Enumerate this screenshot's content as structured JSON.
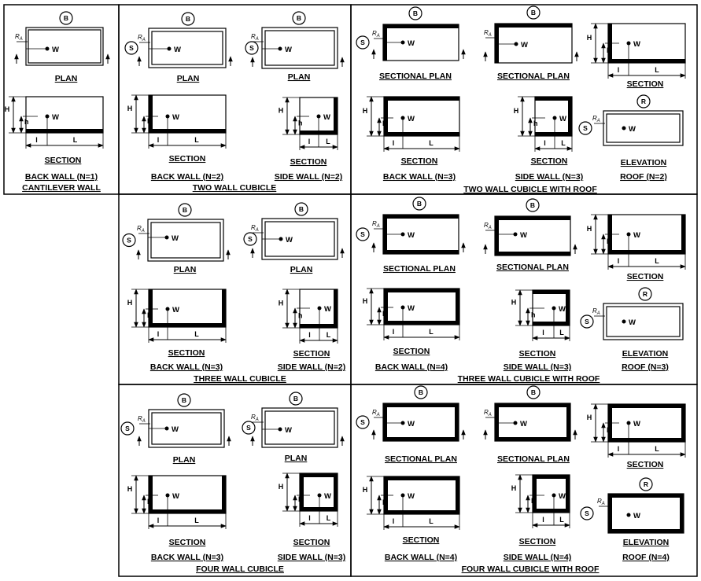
{
  "cells": [
    {
      "caption": "BACK WALL (N=1)"
    },
    {
      "caption": "CANTILEVER WALL"
    },
    {
      "caption": "TWO WALL CUBICLE"
    },
    {
      "caption": "TWO WALL CUBICLE WITH ROOF"
    },
    {
      "caption": "THREE WALL CUBICLE"
    },
    {
      "caption": "THREE WALL CUBICLE WITH ROOF"
    },
    {
      "caption": "FOUR WALL CUBICLE"
    },
    {
      "caption": "FOUR WALL CUBICLE WITH ROOF"
    }
  ],
  "diagrams": [
    {
      "id": "a1",
      "title": "PLAN",
      "circle": "B"
    },
    {
      "id": "a2",
      "title": "SECTION"
    },
    {
      "id": "b1",
      "title": "PLAN",
      "circle": "B",
      "side": "S"
    },
    {
      "id": "b2",
      "title": "PLAN",
      "circle": "B",
      "side": "S"
    },
    {
      "id": "b3",
      "title": "SECTION",
      "sub": "BACK WALL (N=2)"
    },
    {
      "id": "b4",
      "title": "SECTION",
      "sub": "SIDE WALL (N=2)"
    },
    {
      "id": "c1",
      "title": "SECTIONAL PLAN",
      "circle": "B",
      "side": "S"
    },
    {
      "id": "c2",
      "title": "SECTIONAL PLAN",
      "circle": "B"
    },
    {
      "id": "c3",
      "title": "SECTION"
    },
    {
      "id": "c4",
      "title": "SECTION",
      "sub": "BACK WALL (N=3)"
    },
    {
      "id": "c5",
      "title": "SECTION",
      "sub": "SIDE WALL (N=3)"
    },
    {
      "id": "c6",
      "title": "ELEVATION",
      "sub": "ROOF (N=2)",
      "circle": "R",
      "side": "S"
    },
    {
      "id": "d1",
      "title": "PLAN",
      "circle": "B",
      "side": "S"
    },
    {
      "id": "d2",
      "title": "PLAN",
      "circle": "B",
      "side": "S"
    },
    {
      "id": "d3",
      "title": "SECTION",
      "sub": "BACK WALL (N=3)"
    },
    {
      "id": "d4",
      "title": "SECTION",
      "sub": "SIDE WALL (N=2)"
    },
    {
      "id": "e1",
      "title": "SECTIONAL PLAN",
      "circle": "B",
      "side": "S"
    },
    {
      "id": "e2",
      "title": "SECTIONAL PLAN",
      "circle": "B"
    },
    {
      "id": "e3",
      "title": "SECTION"
    },
    {
      "id": "e4",
      "title": "SECTION",
      "sub": "BACK WALL (N=4)"
    },
    {
      "id": "e5",
      "title": "SECTION",
      "sub": "SIDE WALL (N=3)"
    },
    {
      "id": "e6",
      "title": "ELEVATION",
      "sub": "ROOF (N=3)",
      "circle": "R",
      "side": "S"
    },
    {
      "id": "f1",
      "title": "PLAN",
      "circle": "B",
      "side": "S"
    },
    {
      "id": "f2",
      "title": "PLAN",
      "circle": "B",
      "side": "S"
    },
    {
      "id": "f3",
      "title": "SECTION",
      "sub": "BACK WALL (N=3)"
    },
    {
      "id": "f4",
      "title": "SECTION",
      "sub": "SIDE WALL (N=3)"
    },
    {
      "id": "g1",
      "title": "SECTIONAL PLAN",
      "circle": "B",
      "side": "S"
    },
    {
      "id": "g2",
      "title": "SECTIONAL PLAN",
      "circle": "B"
    },
    {
      "id": "g3",
      "title": "SECTION"
    },
    {
      "id": "g4",
      "title": "SECTION",
      "sub": "BACK WALL (N=4)"
    },
    {
      "id": "g5",
      "title": "SECTION",
      "sub": "SIDE WALL (N=4)"
    },
    {
      "id": "g6",
      "title": "ELEVATION",
      "sub": "ROOF (N=4)",
      "circle": "R",
      "side": "S"
    }
  ],
  "symbols": {
    "charge": "W",
    "ra_main": "R",
    "ra_sub": "A",
    "height": "H",
    "h": "h",
    "length": "L",
    "l": "l"
  }
}
